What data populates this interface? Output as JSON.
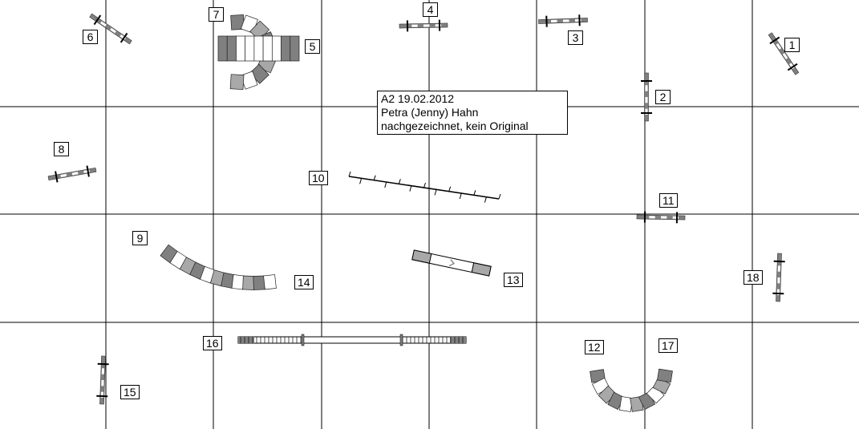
{
  "info": {
    "line1": "A2 19.02.2012",
    "line2": "Petra (Jenny) Hahn",
    "line3": "nachgezeichnet, kein Original"
  },
  "numbers": [
    "1",
    "2",
    "3",
    "4",
    "5",
    "6",
    "7",
    "8",
    "9",
    "10",
    "11",
    "12",
    "13",
    "14",
    "15",
    "16",
    "17",
    "18"
  ],
  "colors": {
    "grid": "#000000",
    "dark": "#808080",
    "mid": "#a8a8a8",
    "light": "#ffffff"
  }
}
